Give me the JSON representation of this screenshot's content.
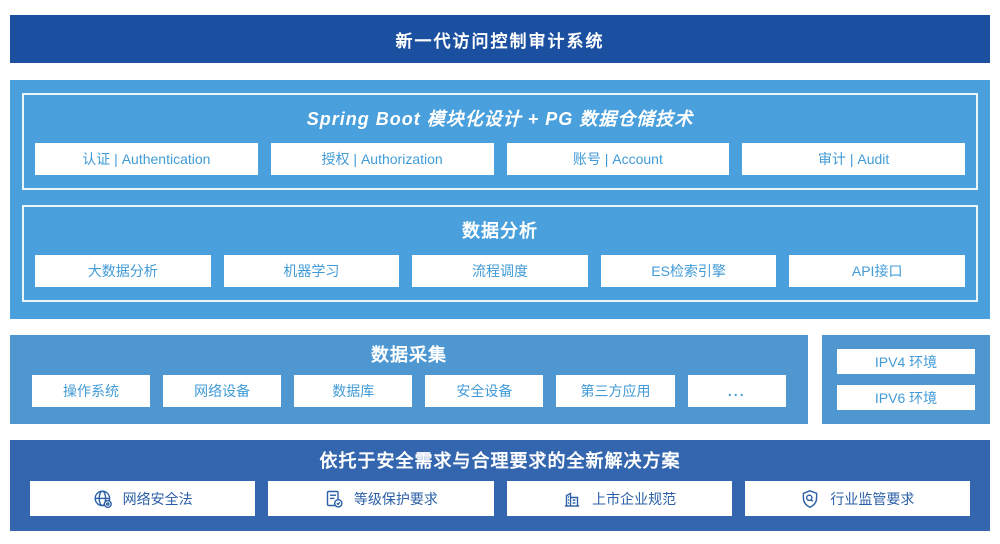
{
  "page": {
    "title": "新一代访问控制审计系统"
  },
  "colors": {
    "banner_blue": "#1b4f9f",
    "platform_blue": "#4aa0dc",
    "collect_blue": "#4e97d1",
    "solution_blue": "#3366ae",
    "box_text_blue": "#419bd7",
    "solution_text_blue": "#2b5fa7",
    "box_bg": "#ffffff"
  },
  "spring_section": {
    "title": "Spring Boot 模块化设计 + PG 数据仓储技术",
    "modules": [
      "认证 | Authentication",
      "授权 | Authorization",
      "账号 | Account",
      "审计 | Audit"
    ]
  },
  "analysis_section": {
    "title": "数据分析",
    "modules": [
      "大数据分析",
      "机器学习",
      "流程调度",
      "ES检索引擎",
      "API接口"
    ]
  },
  "collect_section": {
    "title": "数据采集",
    "modules": [
      "操作系统",
      "网络设备",
      "数据库",
      "安全设备",
      "第三方应用",
      "..."
    ]
  },
  "env_section": {
    "items": [
      "IPV4 环境",
      "IPV6 环境"
    ]
  },
  "solution_section": {
    "title": "依托于安全需求与合理要求的全新解决方案",
    "items": [
      {
        "icon": "globe-icon",
        "label": "网络安全法"
      },
      {
        "icon": "document-check-icon",
        "label": "等级保护要求"
      },
      {
        "icon": "building-icon",
        "label": "上市企业规范"
      },
      {
        "icon": "shield-search-icon",
        "label": "行业监管要求"
      }
    ]
  }
}
